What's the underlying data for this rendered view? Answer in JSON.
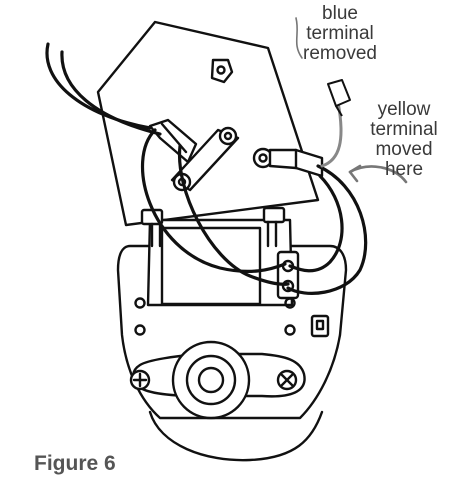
{
  "labels": {
    "blue_terminal": [
      "blue",
      "terminal",
      "removed"
    ],
    "yellow_terminal": [
      "yellow",
      "terminal",
      "moved",
      "here"
    ]
  },
  "caption": "Figure 6",
  "colors": {
    "outline": "#111111",
    "label_wire": "#888888",
    "label_text": "#3a3a3a",
    "caption_text": "#555555"
  },
  "icons": [
    "terminal-connector-icon",
    "screw-icon",
    "arrow-icon"
  ]
}
